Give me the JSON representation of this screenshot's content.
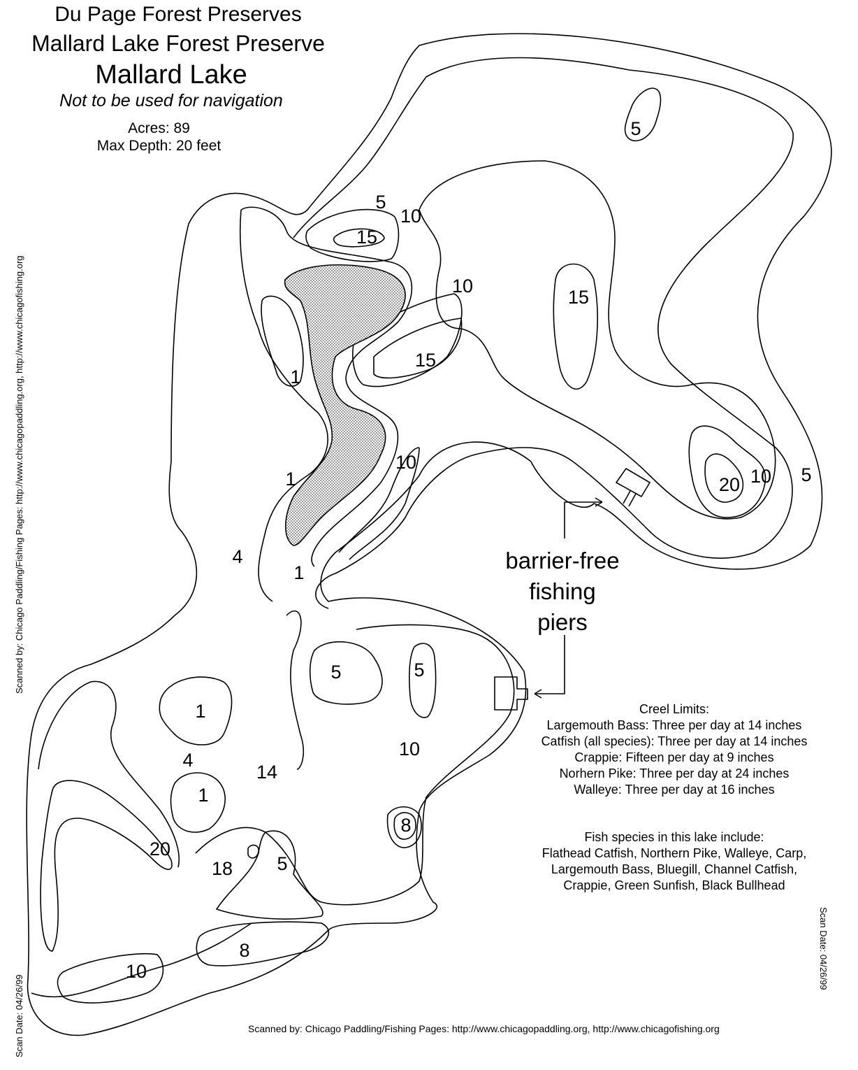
{
  "header": {
    "agency": "Du Page Forest Preserves",
    "preserve": "Mallard Lake Forest Preserve",
    "lake": "Mallard Lake",
    "disclaimer": "Not to be used for navigation",
    "acres": "Acres: 89",
    "max_depth": "Max Depth: 20 feet"
  },
  "callout": {
    "line1": "barrier-free",
    "line2": "fishing",
    "line3": "piers"
  },
  "creel": {
    "title": "Creel Limits:",
    "items": [
      "Largemouth Bass: Three per day at 14 inches",
      "Catfish (all species): Three per day  at 14 inches",
      "Crappie: Fifteen per day at 9 inches",
      "Norhern Pike: Three per day at 24 inches",
      "Walleye: Three per day at 16 inches"
    ]
  },
  "species": {
    "title": "Fish species in this lake include:",
    "lines": [
      "Flathead Catfish, Northern Pike, Walleye, Carp,",
      "Largemouth Bass, Bluegill, Channel Catfish,",
      "Crappie, Green Sunfish, Black Bullhead"
    ]
  },
  "credit": "Scanned by: Chicago Paddling/Fishing Pages: http://www.chicagopaddling.org, http://www.chicagofishing.org",
  "scan_date": "Scan Date: 04/26/99",
  "depth_labels": [
    "5",
    "5",
    "10",
    "15",
    "10",
    "15",
    "15",
    "1",
    "10",
    "20",
    "10",
    "5",
    "1",
    "4",
    "1",
    "5",
    "5",
    "1",
    "10",
    "4",
    "14",
    "1",
    "8",
    "20",
    "18",
    "5",
    "8",
    "10"
  ],
  "colors": {
    "ink": "#000000",
    "island_fill": "#bdbdbd"
  }
}
